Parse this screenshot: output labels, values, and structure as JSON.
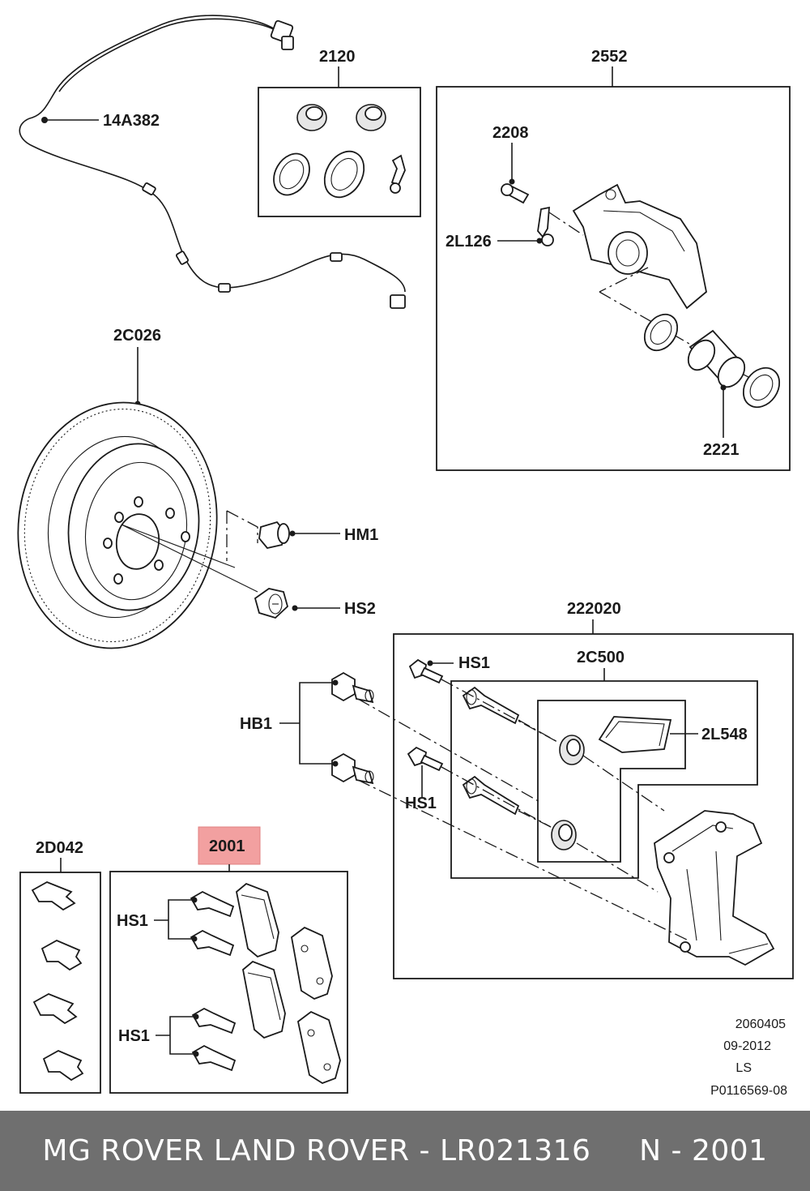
{
  "labels": {
    "wire": "14A382",
    "kit_2120": "2120",
    "caliper_2552": "2552",
    "bleed_2208": "2208",
    "cap_2l126": "2L126",
    "piston_2221": "2221",
    "disc_2c026": "2C026",
    "hm1": "HM1",
    "hs2": "HS2",
    "carrier_222020": "222020",
    "hs1_carrier": "HS1",
    "pins_2c500": "2C500",
    "grease_2l548": "2L548",
    "hb1": "HB1",
    "hs1_mid": "HS1",
    "clips_2d042": "2D042",
    "pads_2001": "2001",
    "hs1_top": "HS1",
    "hs1_bot": "HS1"
  },
  "highlight_color": "#f2a0a0",
  "meta": {
    "number": "2060405",
    "date": "09-2012",
    "code": "LS",
    "ref": "P0116569-08"
  },
  "footer": {
    "text": "MG ROVER LAND ROVER - LR021316     N - 2001"
  }
}
